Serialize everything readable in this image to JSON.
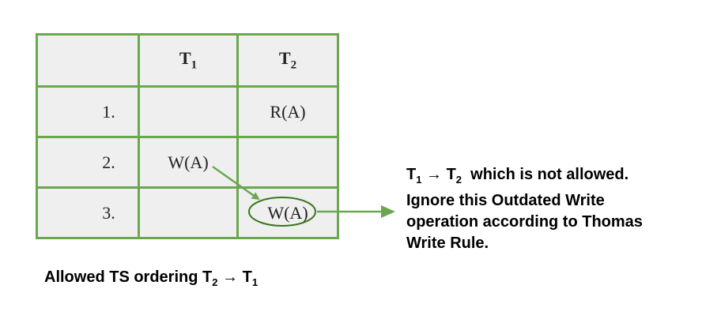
{
  "table": {
    "headers": [
      "",
      "T",
      "T"
    ],
    "header_subscripts": [
      "",
      "1",
      "2"
    ],
    "rows": [
      {
        "num": "1.",
        "t1": "",
        "t2": "R(A)"
      },
      {
        "num": "2.",
        "t1": "W(A)",
        "t2": ""
      },
      {
        "num": "3.",
        "t1": "",
        "t2": "W(A)"
      }
    ]
  },
  "note": {
    "line1_t_a": "T",
    "line1_sub_a": "1",
    "line1_arrow": "→",
    "line1_t_b": "T",
    "line1_sub_b": "2",
    "line1_rest": "which is not allowed.",
    "line2": "Ignore this Outdated Write",
    "line3": "operation according to Thomas",
    "line4": "Write Rule."
  },
  "footer": {
    "prefix": "Allowed TS ordering ",
    "t_a": "T",
    "sub_a": "2",
    "arrow": "→",
    "t_b": "T",
    "sub_b": "1"
  },
  "colors": {
    "border": "#6aa84f",
    "cell_bg": "#efefef",
    "arrow": "#6aa84f",
    "ellipse": "#38761d"
  }
}
